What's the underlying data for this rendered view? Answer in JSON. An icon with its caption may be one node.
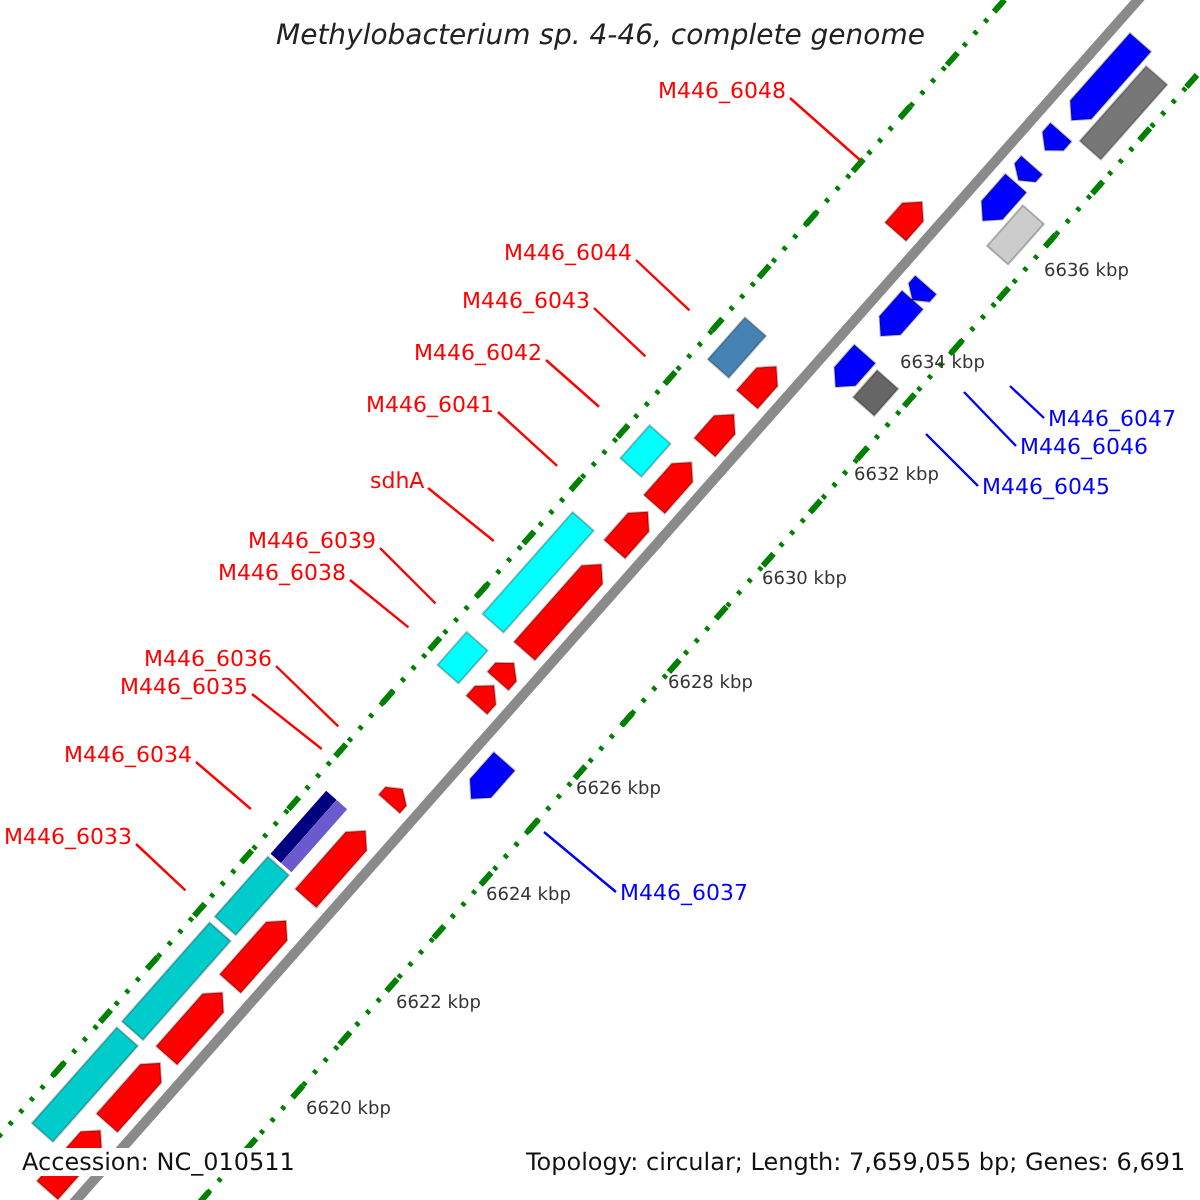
{
  "diagram": {
    "title": "Methylobacterium sp. 4-46, complete genome",
    "nodes": [
      {
        "text": [
          "M446_6048"
        ]
      },
      {
        "text": [
          "M446_6044"
        ]
      },
      {
        "text": [
          "M446_6043"
        ]
      },
      {
        "text": [
          "M446_6042"
        ]
      },
      {
        "text": [
          "M446_6041"
        ]
      },
      {
        "text": [
          "M446_6047"
        ]
      },
      {
        "text": [
          "M446_6046"
        ]
      },
      {
        "text": [
          "sdhA"
        ]
      },
      {
        "text": [
          "M446_6045"
        ]
      },
      {
        "text": [
          "M446_6039"
        ]
      },
      {
        "text": [
          "M446_6038"
        ]
      },
      {
        "text": [
          "M446_6036"
        ]
      },
      {
        "text": [
          "M446_6035"
        ]
      },
      {
        "text": [
          "M446_6034"
        ]
      },
      {
        "text": [
          "M446_6033"
        ]
      },
      {
        "text": [
          "M446_6037"
        ]
      }
    ],
    "edges": [
      {
        "from": 0,
        "to": null,
        "arrow": "none"
      },
      {
        "from": 1,
        "to": null,
        "arrow": "none"
      },
      {
        "from": 2,
        "to": null,
        "arrow": "none"
      },
      {
        "from": 3,
        "to": null,
        "arrow": "none"
      },
      {
        "from": 4,
        "to": null,
        "arrow": "none"
      },
      {
        "from": 5,
        "to": null,
        "arrow": "none",
        "color": "#0000ff"
      },
      {
        "from": 6,
        "to": null,
        "arrow": "none",
        "color": "#0000ff"
      },
      {
        "from": 7,
        "to": null,
        "arrow": "none"
      },
      {
        "from": 8,
        "to": null,
        "arrow": "none",
        "color": "#0000ff"
      },
      {
        "from": 9,
        "to": null,
        "arrow": "none"
      },
      {
        "from": 10,
        "to": null,
        "arrow": "none"
      },
      {
        "from": 11,
        "to": null,
        "arrow": "none"
      },
      {
        "from": 12,
        "to": null,
        "arrow": "none"
      },
      {
        "from": 13,
        "to": null,
        "arrow": "none"
      },
      {
        "from": 14,
        "to": null,
        "arrow": "none"
      },
      {
        "from": 15,
        "to": null,
        "arrow": "none",
        "color": "#0000ff"
      }
    ],
    "labels": [
      "6636 kbp",
      "6634 kbp",
      "6632 kbp",
      "6630 kbp",
      "6628 kbp",
      "6626 kbp",
      "6624 kbp",
      "6622 kbp",
      "6620 kbp",
      "Accession: NC_010511",
      "Topology: circular; Length: 7,659,055 bp; Genes: 6,691"
    ]
  }
}
